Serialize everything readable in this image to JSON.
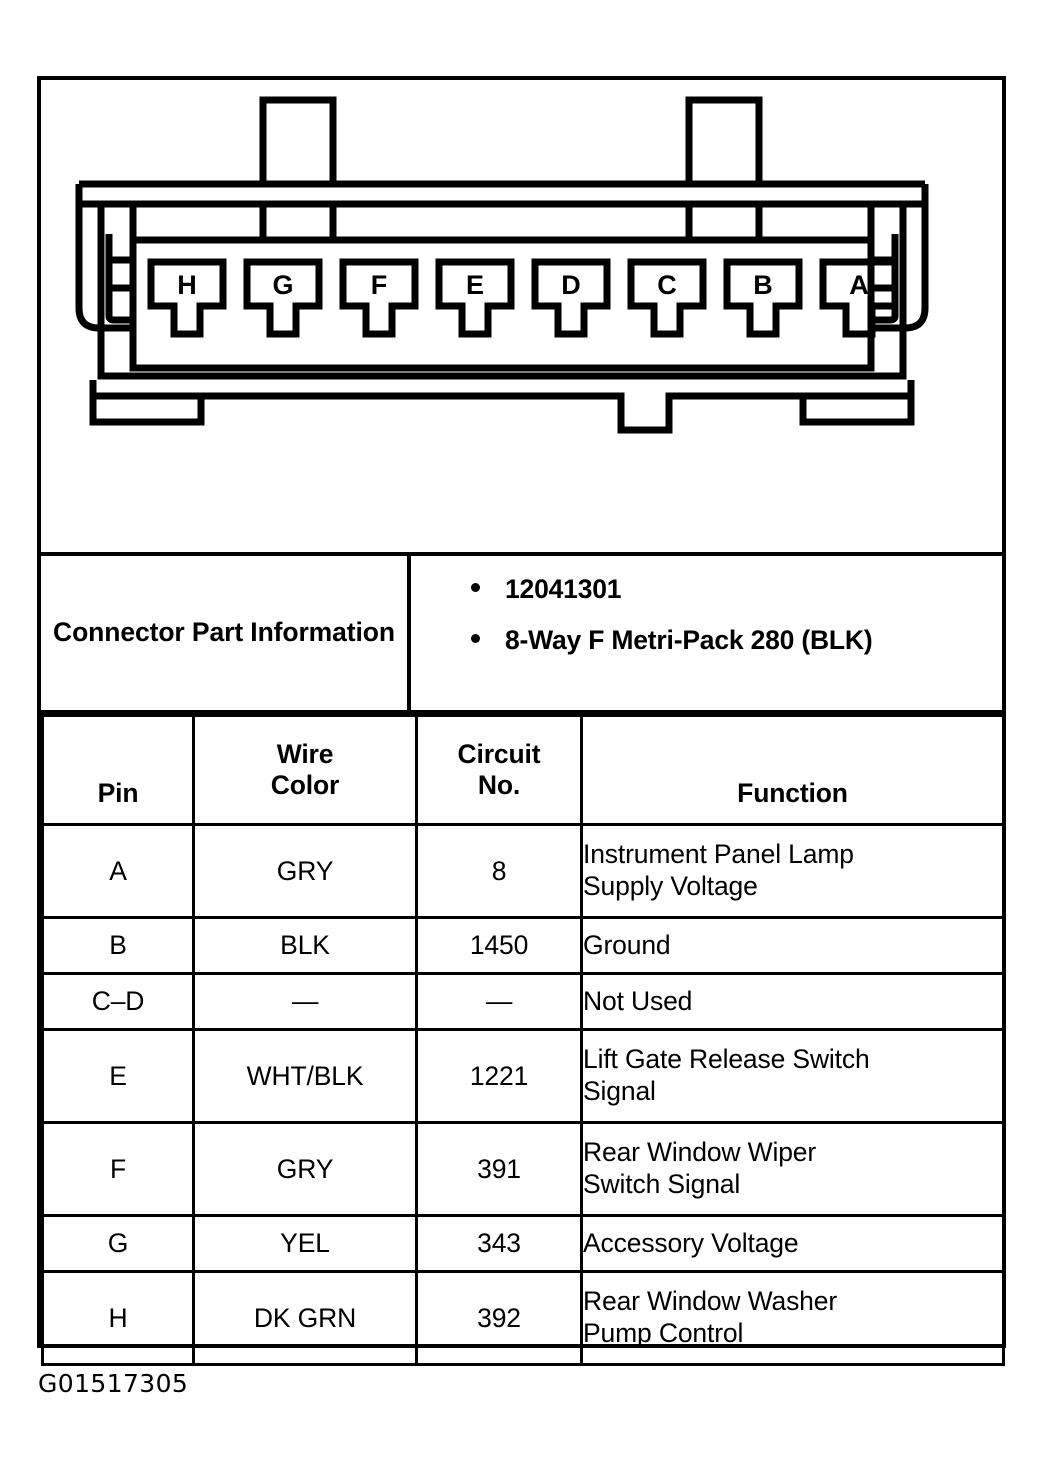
{
  "figure": {
    "id_code": "G01517305"
  },
  "connector_diagram": {
    "name": "8-way connector face view",
    "orientation": "cavities left-to-right H G F E D C B A",
    "cavity_labels": [
      "H",
      "G",
      "F",
      "E",
      "D",
      "C",
      "B",
      "A"
    ]
  },
  "part_info": {
    "label": "Connector Part Information",
    "bullets": [
      "12041301",
      "8-Way F Metri-Pack 280 (BLK)"
    ]
  },
  "pin_table": {
    "headers": {
      "pin": "Pin",
      "wire_color_line1": "Wire",
      "wire_color_line2": "Color",
      "circuit_line1": "Circuit",
      "circuit_line2": "No.",
      "function": "Function"
    },
    "rows": [
      {
        "pin": "A",
        "wire_color": "GRY",
        "circuit_no": "8",
        "function_line1": "Instrument Panel Lamp",
        "function_line2": "Supply Voltage"
      },
      {
        "pin": "B",
        "wire_color": "BLK",
        "circuit_no": "1450",
        "function_line1": "Ground",
        "function_line2": ""
      },
      {
        "pin": "C–D",
        "wire_color": "—",
        "circuit_no": "—",
        "function_line1": "Not Used",
        "function_line2": ""
      },
      {
        "pin": "E",
        "wire_color": "WHT/BLK",
        "circuit_no": "1221",
        "function_line1": "Lift Gate Release Switch",
        "function_line2": "Signal"
      },
      {
        "pin": "F",
        "wire_color": "GRY",
        "circuit_no": "391",
        "function_line1": "Rear Window Wiper",
        "function_line2": "Switch Signal"
      },
      {
        "pin": "G",
        "wire_color": "YEL",
        "circuit_no": "343",
        "function_line1": "Accessory Voltage",
        "function_line2": ""
      },
      {
        "pin": "H",
        "wire_color": "DK GRN",
        "circuit_no": "392",
        "function_line1": "Rear Window Washer",
        "function_line2": "Pump Control"
      }
    ]
  },
  "colors": {
    "ink": "#000000",
    "paper": "#ffffff"
  }
}
